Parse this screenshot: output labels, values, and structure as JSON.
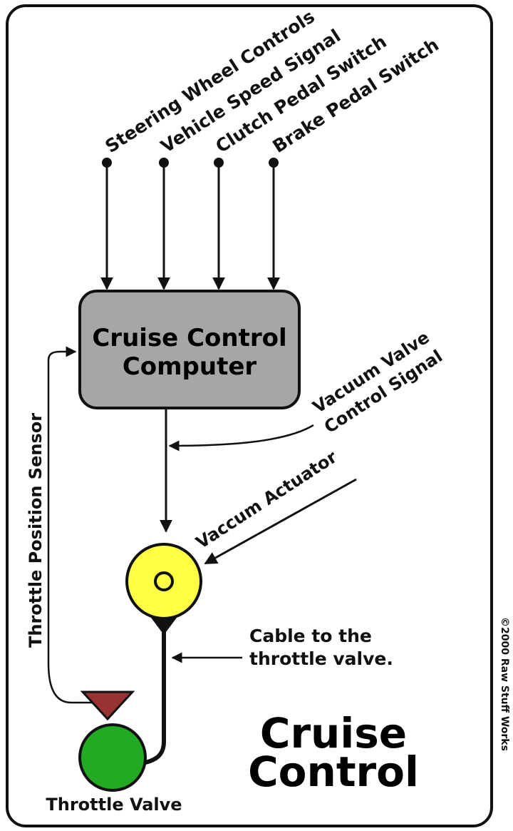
{
  "inputs": [
    {
      "label": "Steering Wheel Controls"
    },
    {
      "label": "Vehicle Speed Signal"
    },
    {
      "label": "Clutch Pedal Switch"
    },
    {
      "label": "Brake Pedal Switch"
    }
  ],
  "computer": {
    "line1": "Cruise Control",
    "line2": "Computer"
  },
  "vacuum_valve": {
    "line1": "Vacuum Valve",
    "line2": "Control Signal"
  },
  "vacuum_actuator": {
    "label": "Vaccum Actuator"
  },
  "cable": {
    "line1": "Cable to the",
    "line2": "throttle valve."
  },
  "throttle_sensor": {
    "label": "Throttle Position Sensor"
  },
  "throttle_valve": {
    "label": "Throttle Valve"
  },
  "title": {
    "line1": "Cruise",
    "line2": "Control"
  },
  "copyright": "©2000 Raw Stuff Works",
  "colors": {
    "computer_fill": "#a6a6a6",
    "actuator_fill": "#ffff44",
    "valve_fill": "#22aa22",
    "sensor_fill": "#993333",
    "outline": "#111111"
  }
}
